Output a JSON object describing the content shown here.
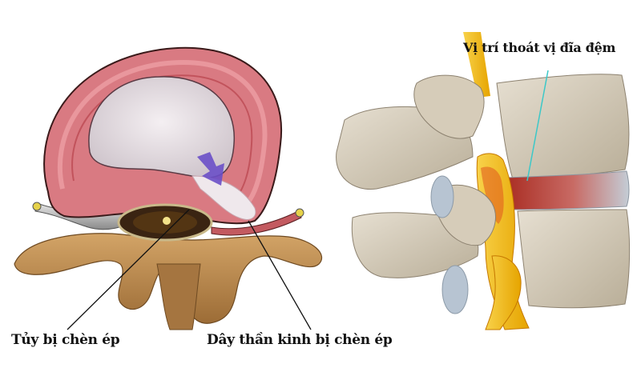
{
  "diagram": {
    "title": "Lumbar disc herniation illustration",
    "panels": [
      {
        "name": "axial-view",
        "description": "Cross-section of herniated intervertebral disc compressing spinal cord and nerve root"
      },
      {
        "name": "lateral-view",
        "description": "Side view of lumbar vertebrae with herniated disc"
      }
    ],
    "labels": {
      "spinal_cord": "Tủy bị chèn ép",
      "nerve_root": "Dây thần kinh bị chèn ép",
      "herniation_site": "Vị trí thoát vị đĩa đệm"
    },
    "colors": {
      "annulus": "#d9737a",
      "nucleus": "#e8e2e6",
      "bone": "#b98a4e",
      "vertebra_lateral": "#d8d0c0",
      "nerve": "#f2b800",
      "herniated_disc": "#b83a2e",
      "disc_healthy": "#bcc6d0",
      "arrow": "#6a4fc8",
      "leader_line_cyan": "#3cc8c8"
    }
  }
}
